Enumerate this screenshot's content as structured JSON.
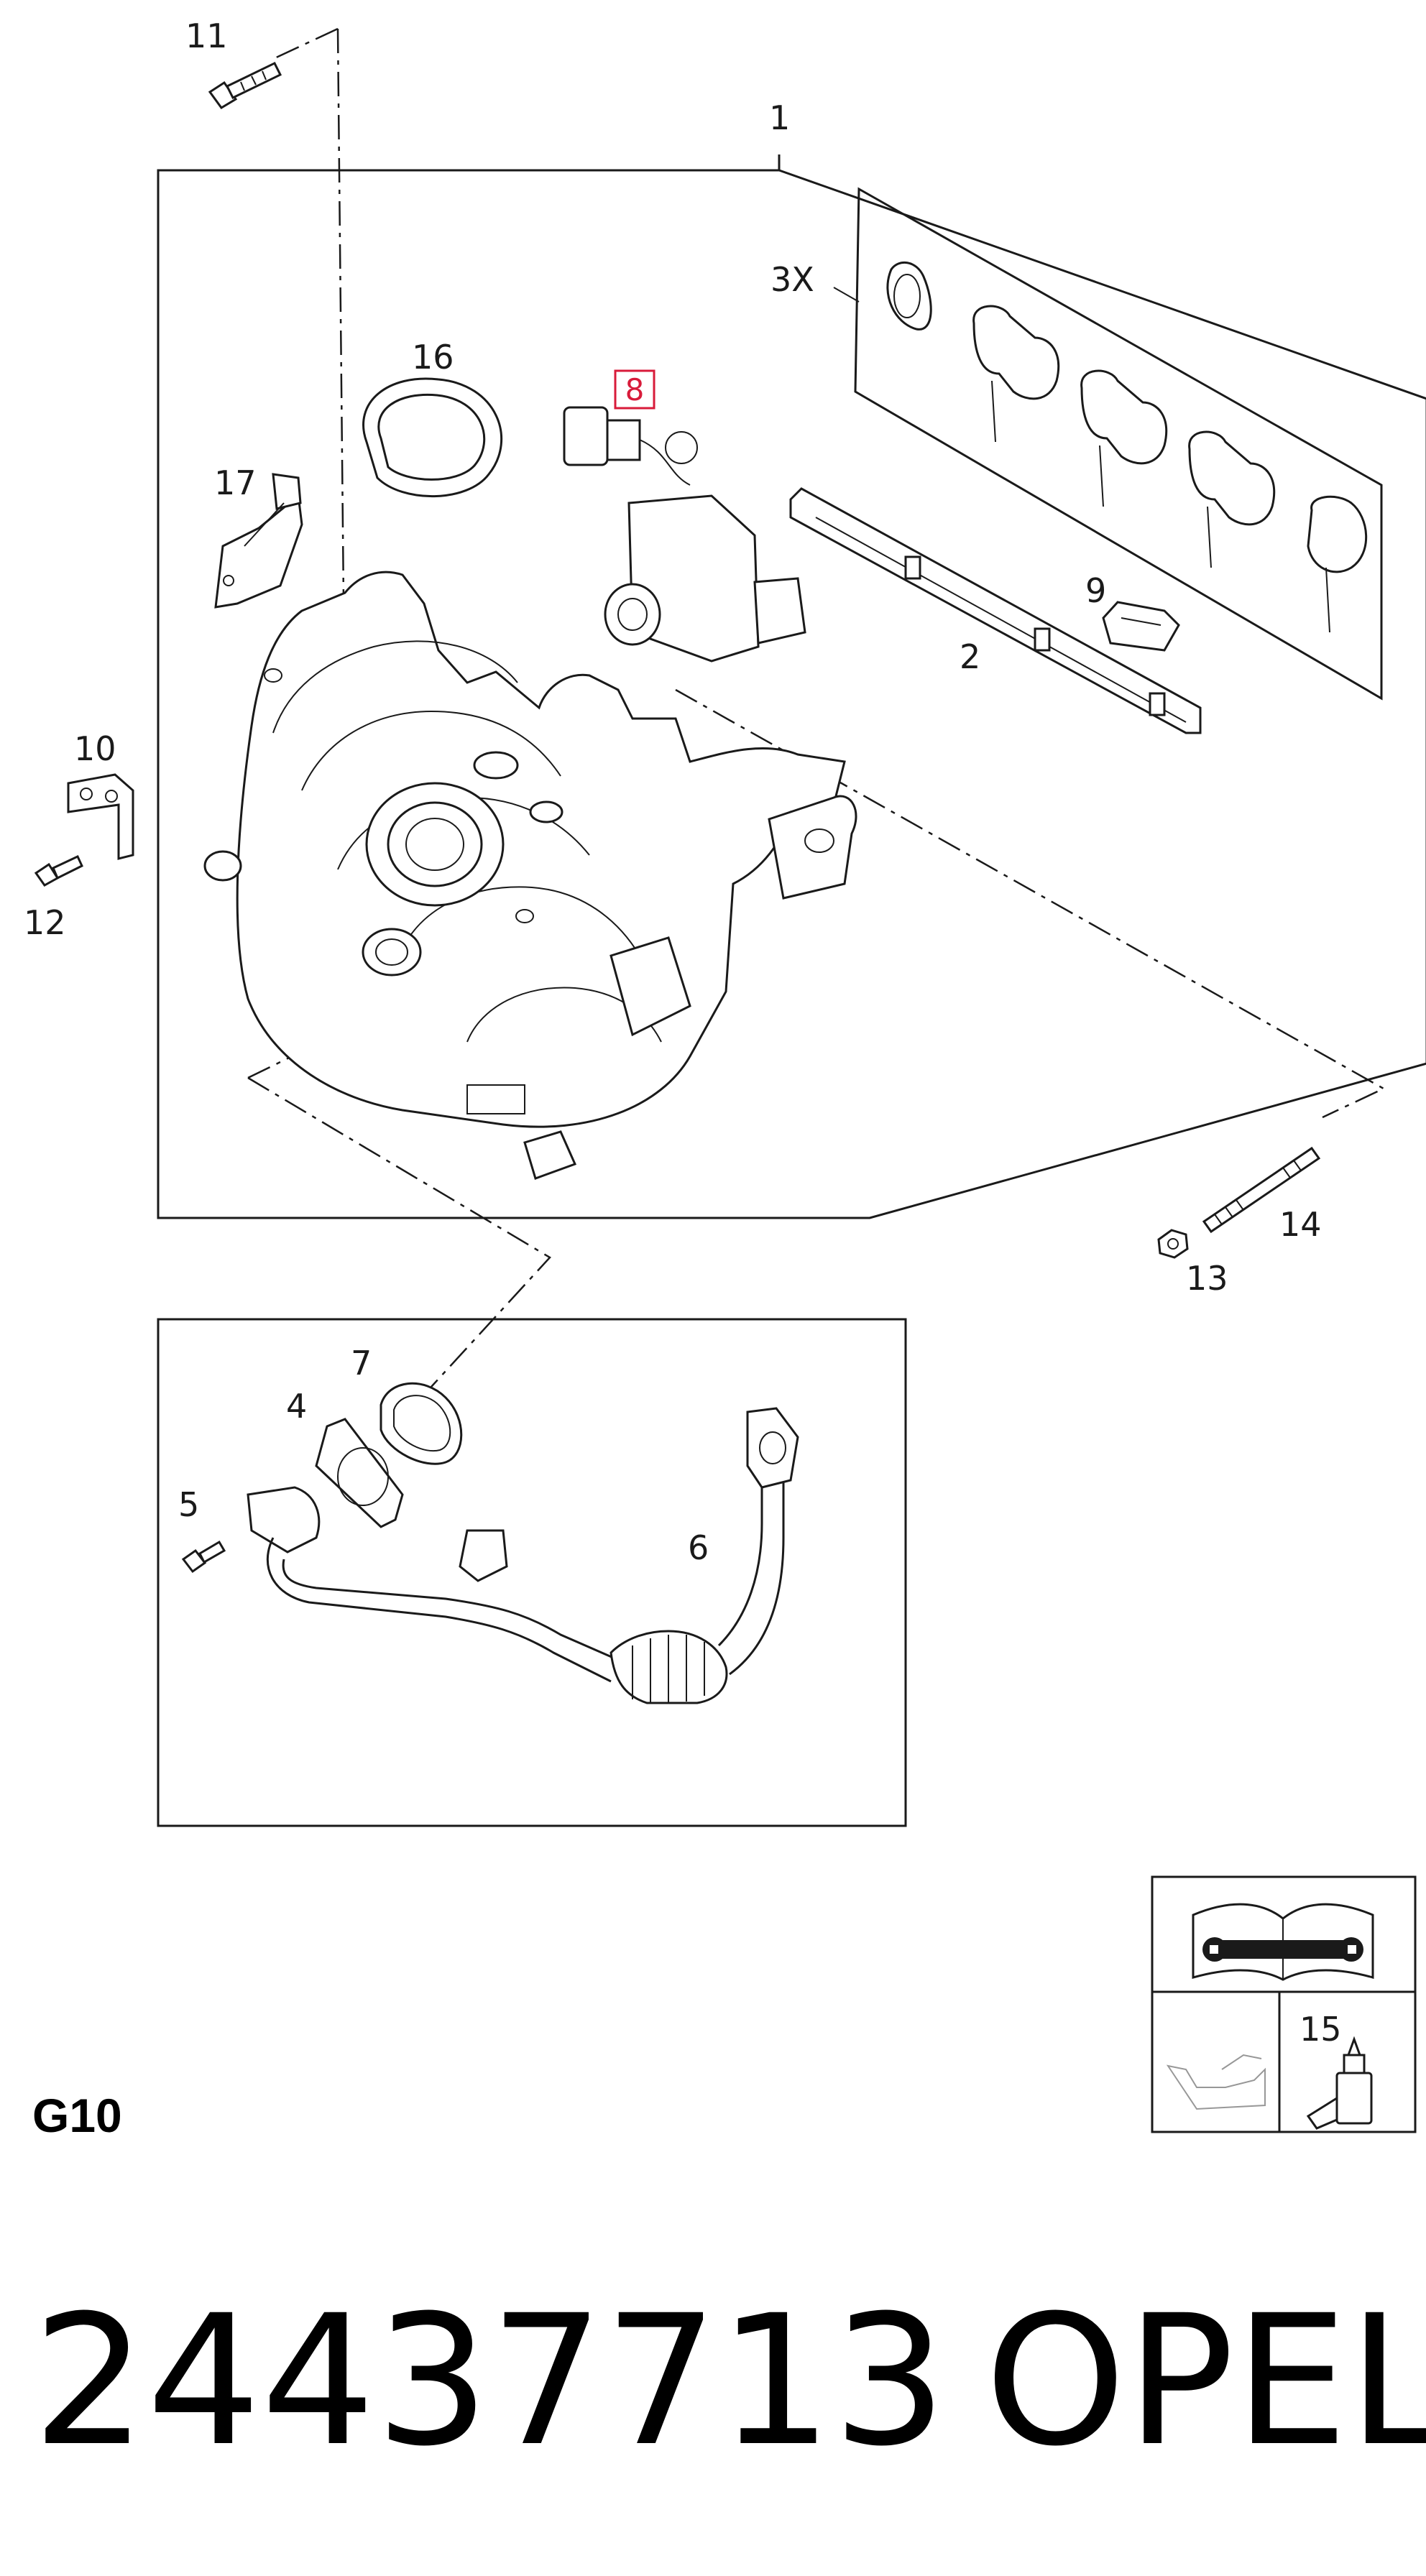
{
  "callouts": {
    "c1": "1",
    "c2": "2",
    "c3x": "3X",
    "c4": "4",
    "c5": "5",
    "c6": "6",
    "c7": "7",
    "c8": "8",
    "c9": "9",
    "c10": "10",
    "c11": "11",
    "c12": "12",
    "c13": "13",
    "c14": "14",
    "c15": "15",
    "c16": "16",
    "c17": "17"
  },
  "section_code": "G10",
  "footer": {
    "part_number": "24437713",
    "brand": "OPEL"
  },
  "colors": {
    "line": "#1a1a1a",
    "highlight": "#d81b3a"
  },
  "legend_icons": [
    "manual-book-wrench-icon",
    "oil-can-icon",
    "sealant-bottle-icon"
  ]
}
